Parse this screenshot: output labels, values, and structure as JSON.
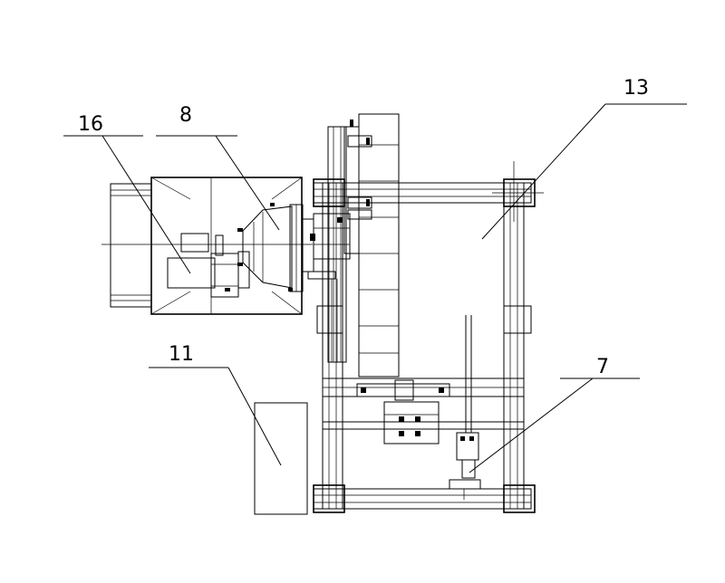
{
  "labels": {
    "part_16": "16",
    "part_8": "8",
    "part_13": "13",
    "part_11": "11",
    "part_7": "7"
  },
  "colors": {
    "line": "#000000",
    "background": "#ffffff"
  }
}
